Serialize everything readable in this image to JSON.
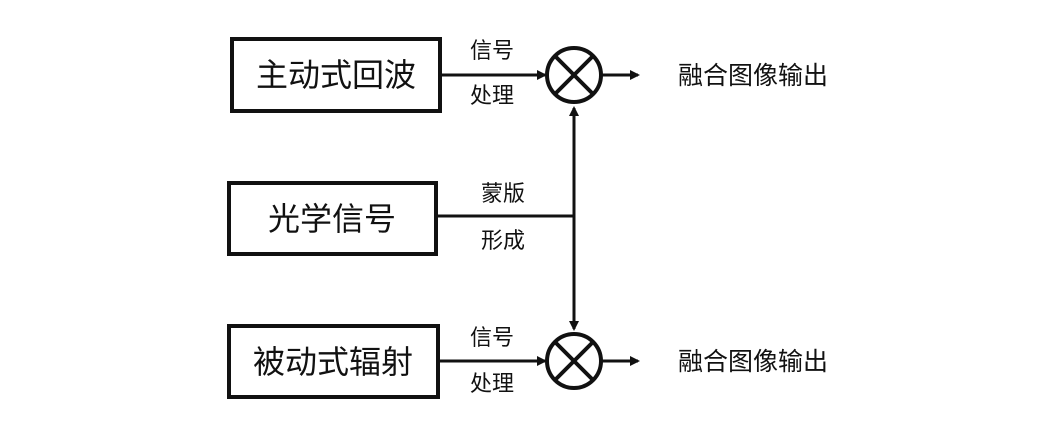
{
  "boxes": {
    "active_echo": "主动式回波",
    "optical_signal": "光学信号",
    "passive_radiation": "被动式辐射"
  },
  "edge_labels": {
    "top_line1": "信号",
    "top_line2": "处理",
    "middle_line1": "蒙版",
    "middle_line2": "形成",
    "bottom_line1": "信号",
    "bottom_line2": "处理"
  },
  "outputs": {
    "top": "融合图像输出",
    "bottom": "融合图像输出"
  }
}
